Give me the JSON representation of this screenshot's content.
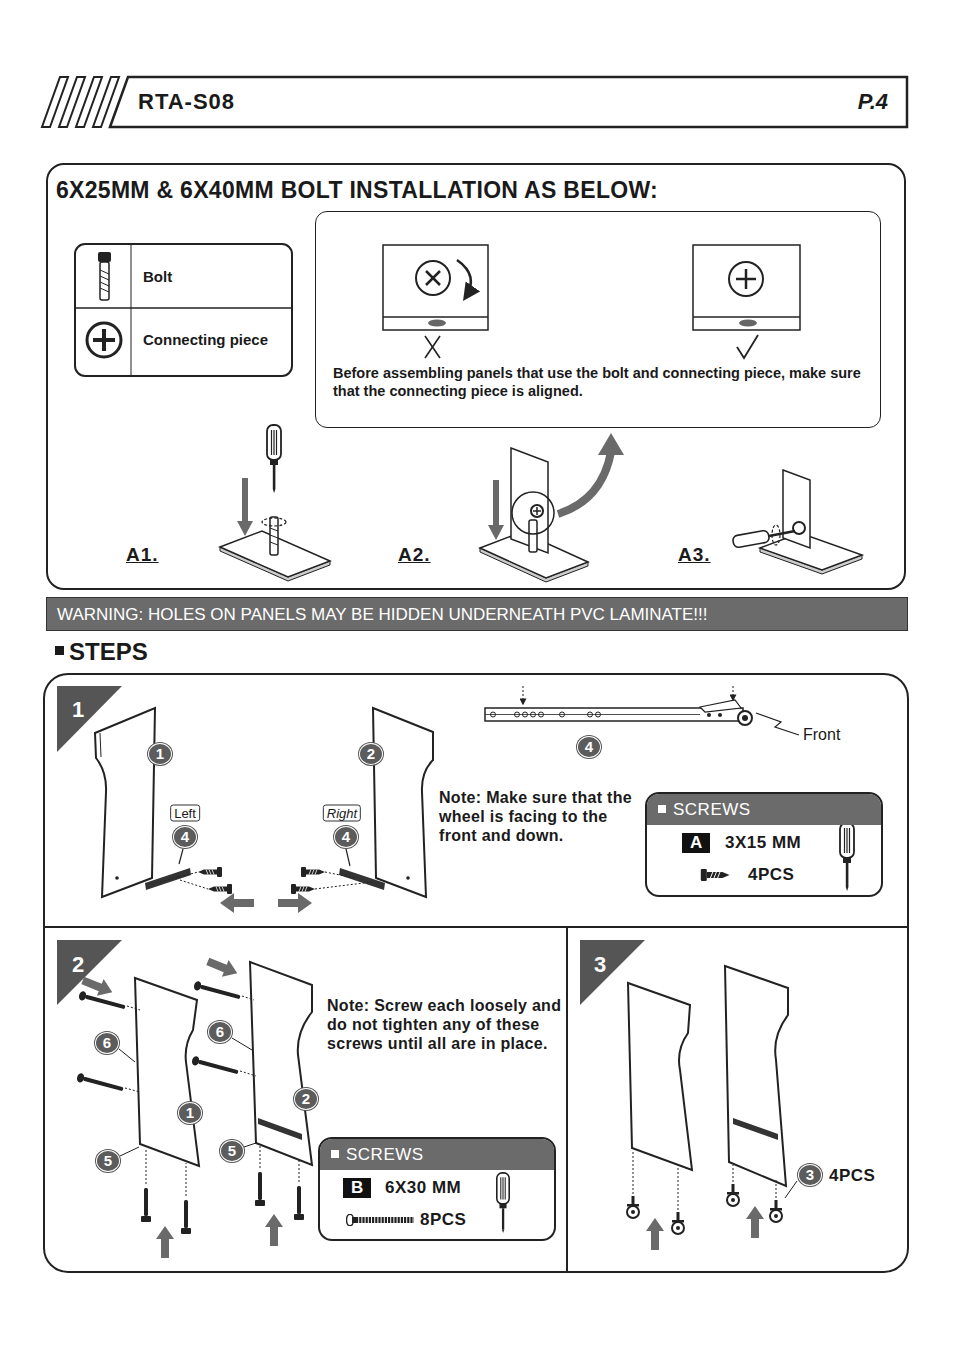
{
  "diagram": {
    "nodes": [
      {
        "text": [
          "RTA-S08",
          "P.4"
        ]
      },
      {
        "text": [
          "6X25MM & 6X40MM BOLT INSTALLATION AS BELOW:"
        ]
      },
      {
        "text": [
          "Before assembling panels that use the bolt and connecting piece, make sure that the connecting piece is aligned."
        ],
        "in": 1
      },
      {
        "text": [
          "WARNING: HOLES ON PANELS MAY BE HIDDEN UNDERNEATH PVC LAMINATE!!!"
        ]
      },
      {
        "text": [
          "STEPS"
        ]
      },
      {
        "text": [
          "1"
        ],
        "in": 4
      },
      {
        "text": [
          "SCREWS",
          "A",
          "3X15 MM",
          "4PCS"
        ],
        "in": 5
      },
      {
        "text": [
          "2"
        ],
        "in": 4
      },
      {
        "text": [
          "SCREWS",
          "B",
          "6X30 MM",
          "8PCS"
        ],
        "in": 7
      },
      {
        "text": [
          "3"
        ],
        "in": 4
      }
    ],
    "labels": [
      "A1.",
      "A2.",
      "A3.",
      "1",
      "2",
      "Left",
      "4",
      "Right",
      "4",
      "4",
      "Front",
      "Note: Make sure that the wheel is facing to the front and down.",
      "6",
      "6",
      "1",
      "2",
      "5",
      "5",
      "Note: Screw each loosely and do not tighten any of these screws until all are in place.",
      "3",
      "4PCS"
    ],
    "legend": [
      {
        "text": "Bolt"
      },
      {
        "text": "Connecting piece"
      }
    ]
  }
}
